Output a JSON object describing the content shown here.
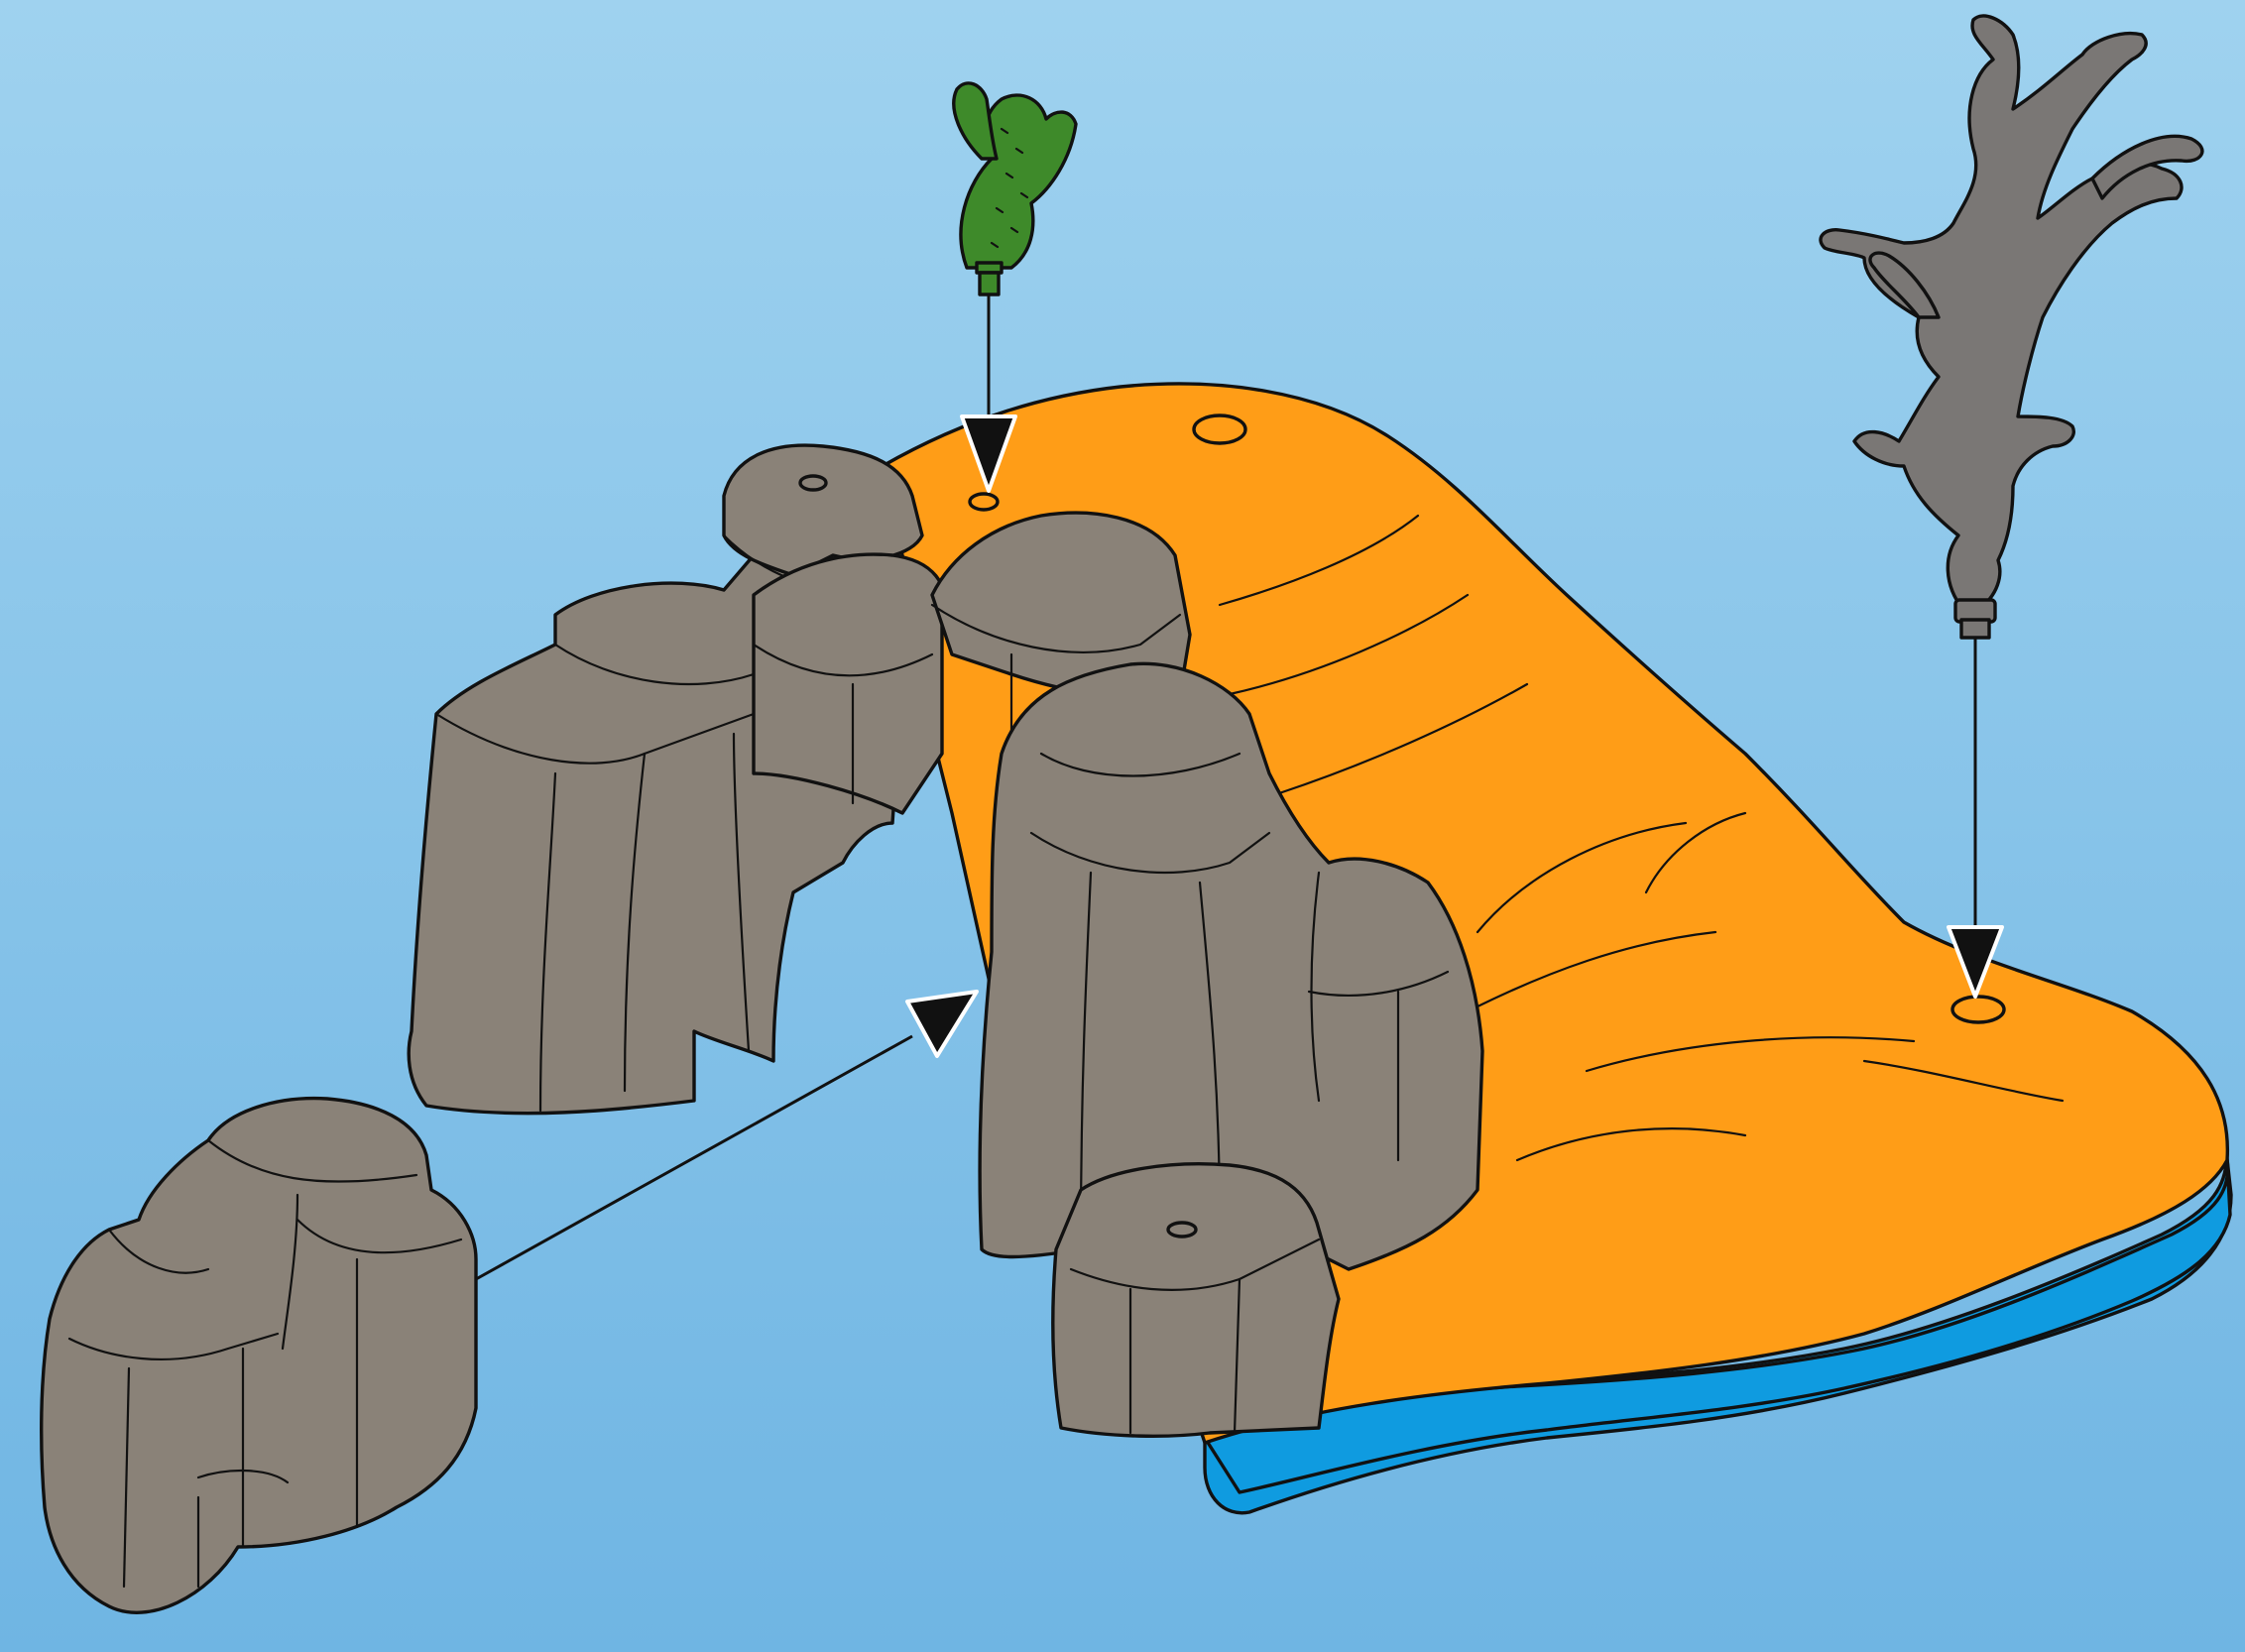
{
  "colors": {
    "background_top": "#9fd2ef",
    "background_bottom": "#6fb5e3",
    "rock": "#8a8278",
    "sand": "#ff9d17",
    "water": "#0f9be0",
    "tree": "#7a7775",
    "cactus": "#3e8a2a",
    "outline": "#111111"
  },
  "parts": [
    {
      "name": "cactus",
      "icon": "cactus-icon"
    },
    {
      "name": "dead-tree",
      "icon": "tree-icon"
    },
    {
      "name": "small-rock",
      "icon": "rock-icon"
    },
    {
      "name": "rock-arch-base",
      "icon": "landscape-base-icon"
    }
  ],
  "arrows": [
    {
      "from": "cactus",
      "to": "top-peg-hole"
    },
    {
      "from": "dead-tree",
      "to": "right-peg-hole"
    },
    {
      "from": "small-rock",
      "to": "arch-opening"
    }
  ]
}
